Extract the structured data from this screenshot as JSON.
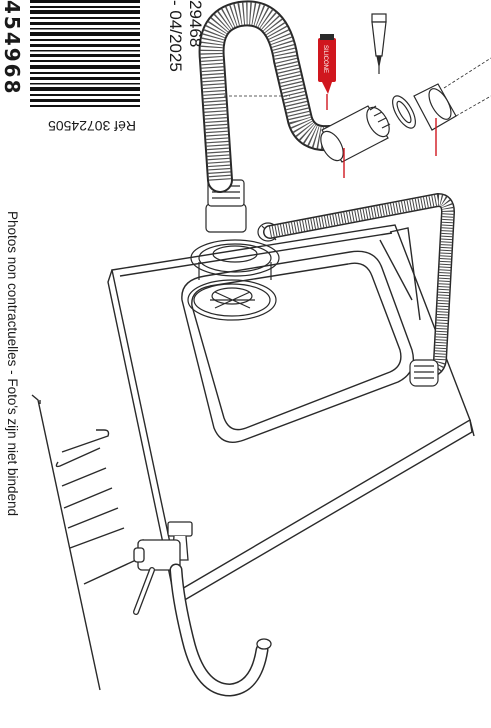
{
  "labels": {
    "barcode_digits": "454968",
    "lot_number": "29468",
    "date": "- 04/2025",
    "reference": "Réf 30724505",
    "disclaimer": "Photos non contractuelles - Foto's zijn niet bindend",
    "silicone": "SILICONE"
  },
  "colors": {
    "line": "#2a2a2a",
    "accent_red": "#d0161e",
    "background": "#ffffff"
  },
  "icons": [
    "barcode",
    "silicone-tube-icon",
    "glue-tube-icon"
  ]
}
